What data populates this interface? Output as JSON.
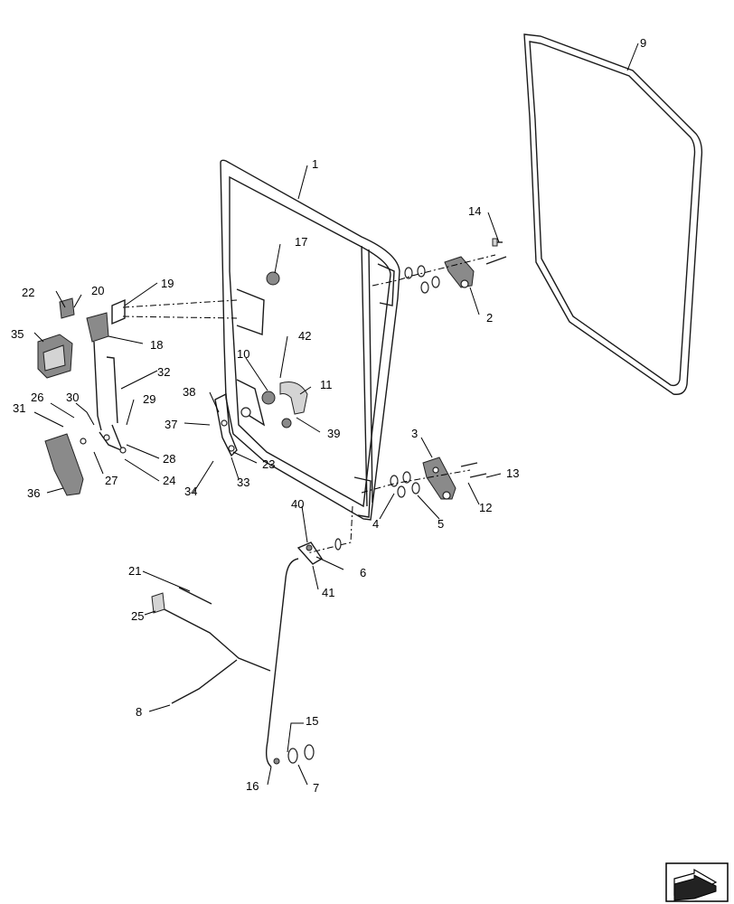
{
  "callouts": {
    "c1": "1",
    "c2": "2",
    "c3": "3",
    "c4": "4",
    "c5": "5",
    "c6": "6",
    "c7": "7",
    "c8": "8",
    "c9": "9",
    "c10": "10",
    "c11": "11",
    "c12": "12",
    "c13": "13",
    "c14": "14",
    "c15": "15",
    "c16": "16",
    "c17": "17",
    "c18": "18",
    "c19": "19",
    "c20": "20",
    "c21": "21",
    "c22": "22",
    "c23": "23",
    "c24": "24",
    "c25": "25",
    "c26": "26",
    "c27": "27",
    "c28": "28",
    "c29": "29",
    "c30": "30",
    "c31": "31",
    "c32": "32",
    "c33": "33",
    "c34": "34",
    "c35": "35",
    "c36": "36",
    "c37": "37",
    "c38": "38",
    "c39": "39",
    "c40": "40",
    "c41": "41",
    "c42": "42"
  },
  "nav_icon": "arrow-navigation-icon"
}
